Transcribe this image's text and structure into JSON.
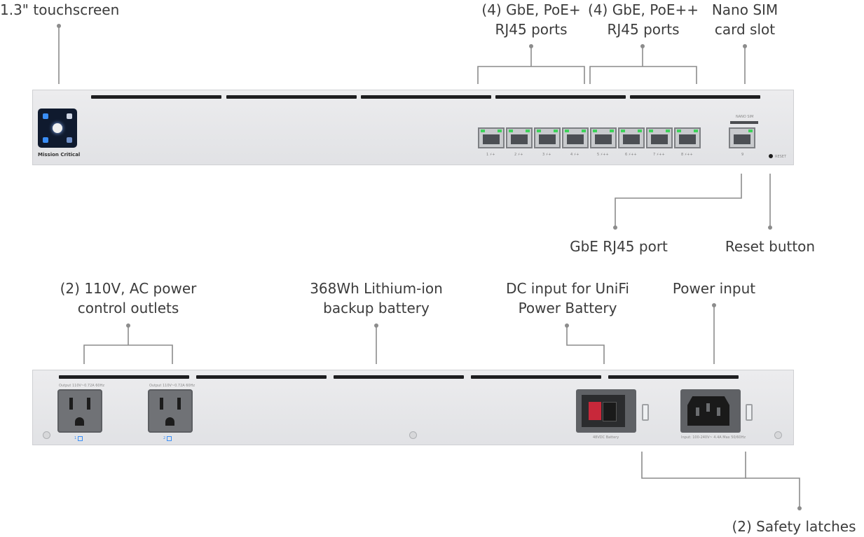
{
  "callouts": {
    "touchscreen": "1.3\" touchscreen",
    "poe_plus_ports": [
      "(4) GbE, PoE+",
      "RJ45 ports"
    ],
    "poe_plusplus_ports": [
      "(4) GbE, PoE++",
      "RJ45 ports"
    ],
    "nano_sim": [
      "Nano SIM",
      "card slot"
    ],
    "gbe_port": "GbE RJ45 port",
    "reset_button": "Reset button",
    "ac_outlets": [
      "(2) 110V, AC power",
      "control outlets"
    ],
    "battery": [
      "368Wh Lithium-ion",
      "backup battery"
    ],
    "dc_input": [
      "DC input for UniFi",
      "Power Battery"
    ],
    "power_input": "Power input",
    "safety_latches": "(2) Safety latches"
  },
  "front_panel": {
    "brand": "Mission Critical",
    "nano_sim_label": "NANO SIM",
    "reset_label": "RESET",
    "port_numbers": [
      "1 ⚡+",
      "2 ⚡+",
      "3 ⚡+",
      "4 ⚡+",
      "5 ⚡++",
      "6 ⚡++",
      "7 ⚡++",
      "8 ⚡++"
    ],
    "gbe_port_number": "9"
  },
  "rear_panel": {
    "outlet_1_label": "Output 110V~0.72A 60Hz",
    "outlet_2_label": "Output 110V~0.72A 60Hz",
    "outlet_1_num": "1",
    "outlet_2_num": "2",
    "dc_label": "48VDC Battery",
    "ac_label": "Input: 100-240V~ 4.4A Max 50/60Hz"
  },
  "colors": {
    "port_led": "#3ed35a",
    "outlet_led": "#3a8ef6",
    "dc_connector": "#c8283a"
  }
}
